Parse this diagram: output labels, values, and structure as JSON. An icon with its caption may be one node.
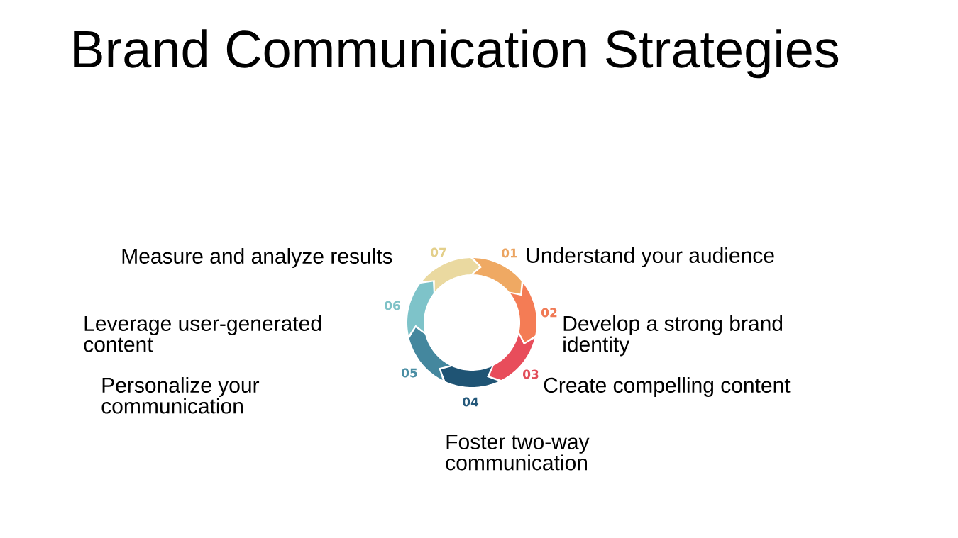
{
  "diagram": {
    "title": "Brand Communication Strategies",
    "nodes": [
      {
        "text": [],
        "shape": "arrow",
        "beside": [
          "01",
          "Understand your audience"
        ]
      },
      {
        "text": [],
        "shape": "arrow",
        "beside": [
          "02",
          "Develop a strong brand identity"
        ]
      },
      {
        "text": [],
        "shape": "arrow",
        "beside": [
          "03",
          "Create compelling content"
        ]
      },
      {
        "text": [],
        "shape": "arrow",
        "beside": [
          "04",
          "Foster two-way communication"
        ]
      },
      {
        "text": [],
        "shape": "arrow",
        "beside": [
          "05"
        ]
      },
      {
        "text": [],
        "shape": "arrow",
        "beside": [
          "06",
          "Leverage user-generated content"
        ]
      },
      {
        "text": [],
        "shape": "arrow",
        "beside": [
          "07",
          "Measure and analyze results"
        ]
      }
    ],
    "labels": [
      "Personalize your communication"
    ]
  }
}
